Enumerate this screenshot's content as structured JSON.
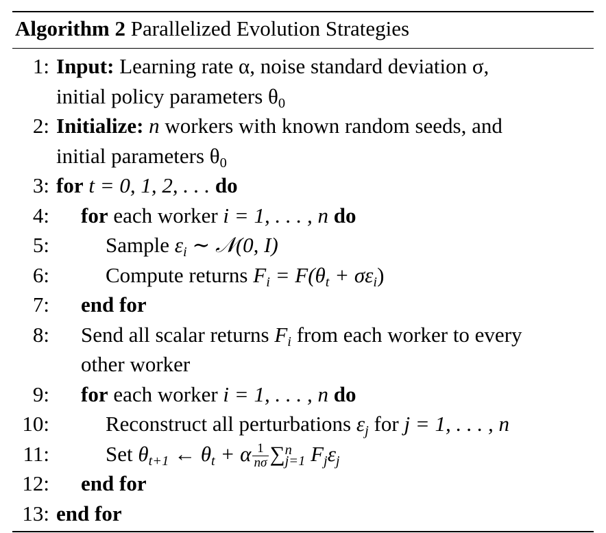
{
  "caption": {
    "label": "Algorithm 2",
    "title": "Parallelized Evolution Strategies"
  },
  "lines": [
    {
      "num": "1:",
      "keyword": "Input:",
      "text": "Learning rate α, noise standard deviation σ,"
    },
    {
      "num": "",
      "text": "initial policy parameters θ",
      "sub": "0"
    },
    {
      "num": "2:",
      "keyword": "Initialize:",
      "pre": "n",
      "text": "workers with known random seeds, and"
    },
    {
      "num": "",
      "text": "initial parameters θ",
      "sub": "0"
    },
    {
      "num": "3:",
      "keyword": "for",
      "text": "t = 0, 1, 2, . . .",
      "end_keyword": "do"
    },
    {
      "num": "4:",
      "keyword": "for",
      "text": "each worker",
      "math": "i = 1, . . . , n",
      "end_keyword": "do"
    },
    {
      "num": "5:",
      "text": "Sample",
      "math": "ε",
      "sub": "i",
      "math2": "∼ 𝒩(0, I)"
    },
    {
      "num": "6:",
      "text": "Compute returns",
      "math": "F",
      "sub": "i",
      "math2": "= F(θ",
      "sub2": "t",
      "math3": "+ σε",
      "sub3": "i",
      "math4": ")"
    },
    {
      "num": "7:",
      "keyword": "end for"
    },
    {
      "num": "8:",
      "text": "Send all scalar returns",
      "math": "F",
      "sub": "i",
      "text2": "from each worker to every"
    },
    {
      "num": "",
      "text": "other worker"
    },
    {
      "num": "9:",
      "keyword": "for",
      "text": "each worker",
      "math": "i = 1, . . . , n",
      "end_keyword": "do"
    },
    {
      "num": "10:",
      "text": "Reconstruct all perturbations",
      "math": "ε",
      "sub": "j",
      "text2": "for",
      "math2": "j = 1, . . . , n"
    },
    {
      "num": "11:",
      "text": "Set",
      "math": "θ",
      "sub": "t+1",
      "math2": "← θ",
      "sub2": "t",
      "math3": "+ α",
      "frac_num": "1",
      "frac_den": "nσ",
      "sum": "∑",
      "sum_sup": "n",
      "sum_sub": "j=1",
      "math4": "F",
      "sub4": "j",
      "math5": "ε",
      "sub5": "j"
    },
    {
      "num": "12:",
      "keyword": "end for"
    },
    {
      "num": "13:",
      "keyword": "end for"
    }
  ]
}
